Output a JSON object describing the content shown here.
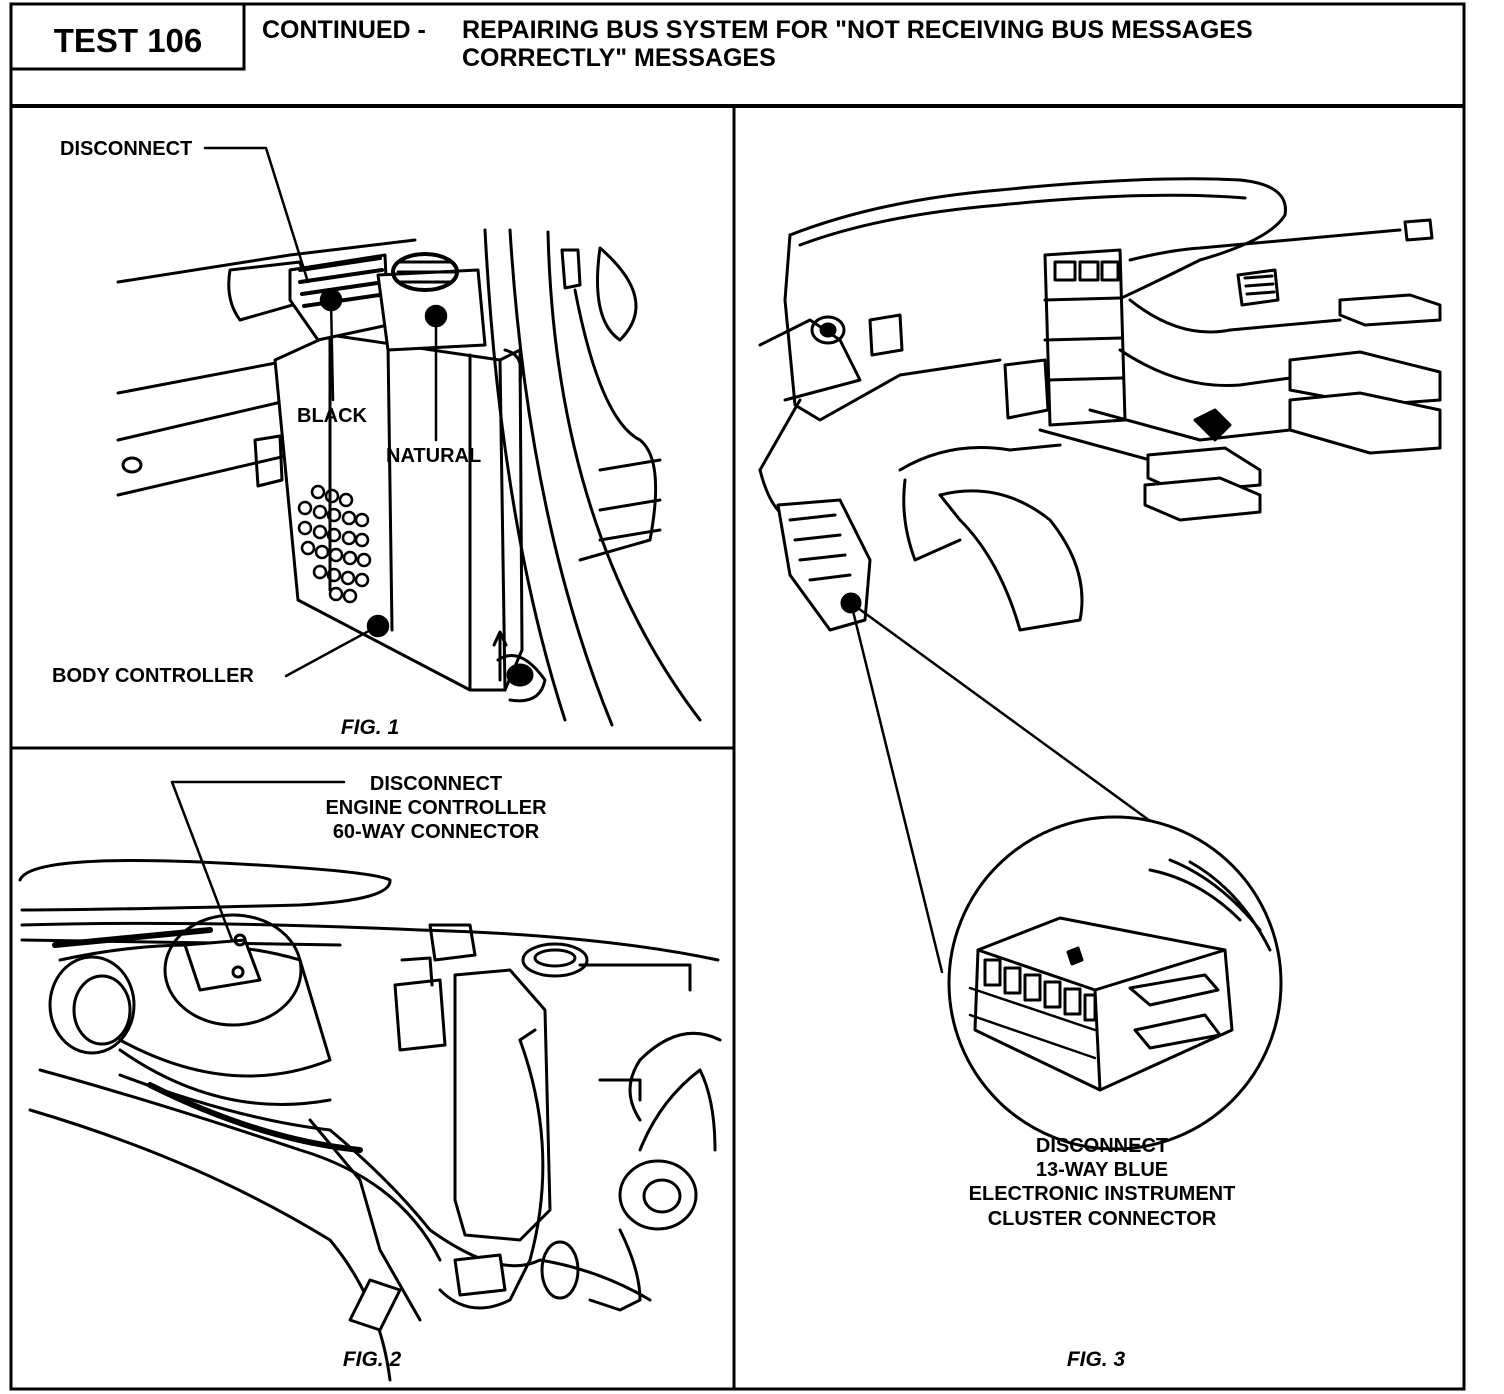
{
  "header": {
    "test_id": "TEST 106",
    "prefix": "CONTINUED  -",
    "title_line1": "REPAIRING BUS SYSTEM FOR \"NOT RECEIVING BUS MESSAGES",
    "title_line2": "CORRECTLY\"  MESSAGES"
  },
  "fig1": {
    "caption": "FIG. 1",
    "labels": {
      "disconnect": "DISCONNECT",
      "black": "BLACK",
      "natural": "NATURAL",
      "body_controller": "BODY CONTROLLER"
    }
  },
  "fig2": {
    "caption": "FIG. 2",
    "callout": {
      "line1": "DISCONNECT",
      "line2": "ENGINE CONTROLLER",
      "line3": "60-WAY CONNECTOR"
    }
  },
  "fig3": {
    "caption": "FIG. 3",
    "callout": {
      "line1": "DISCONNECT",
      "line2": "13-WAY BLUE",
      "line3": "ELECTRONIC INSTRUMENT",
      "line4": "CLUSTER CONNECTOR"
    }
  }
}
